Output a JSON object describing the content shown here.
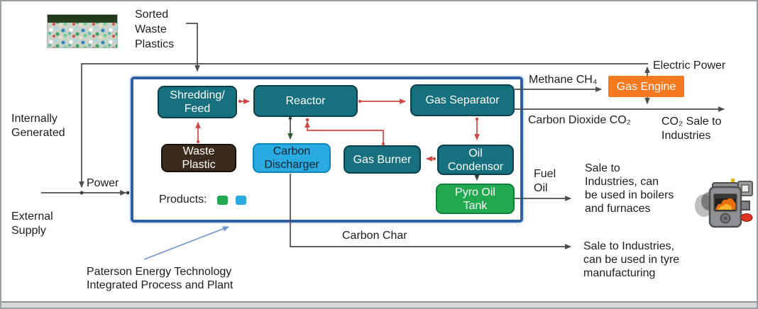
{
  "figure": {
    "caption": "Paterson Energy Technology\nIntegrated Process and Plant"
  },
  "labels": {
    "sorted_waste_plastics": "Sorted\nWaste\nPlastics",
    "internally_generated": "Internally\nGenerated",
    "power": "Power",
    "external_supply": "External\nSupply",
    "methane": "Methane CH₄",
    "electric_power": "Electric Power",
    "carbon_dioxide": "Carbon Dioxide CO₂",
    "co2_sale": "CO₂ Sale to\nIndustries",
    "fuel_oil": "Fuel\nOil",
    "sale_boilers": "Sale to\nIndustries, can\nbe used in boilers\nand furnaces",
    "carbon_char": "Carbon Char",
    "sale_tyre": "Sale to Industries,\ncan be used in tyre\nmanufacturing"
  },
  "process_boxes": {
    "shredding_feed": "Shredding/\nFeed",
    "reactor": "Reactor",
    "gas_separator": "Gas Separator",
    "waste_plastic": "Waste\nPlastic",
    "carbon_discharger": "Carbon\nDischarger",
    "gas_burner": "Gas Burner",
    "oil_condensor": "Oil\nCondensor",
    "pyro_oil_tank": "Pyro Oil\nTank",
    "gas_engine": "Gas Engine"
  },
  "legend": {
    "label": "Products:",
    "swatches": [
      {
        "name": "pyro-oil-product",
        "color": "#22A94F"
      },
      {
        "name": "carbon-char-product",
        "color": "#29ABE2"
      }
    ]
  },
  "colors": {
    "process_teal": "#17707D",
    "waste_plastic_brown": "#3B2B1D",
    "carbon_discharger_blue": "#29ABE2",
    "pyro_oil_green": "#22A94F",
    "gas_engine_orange": "#F4791F",
    "plant_border_blue": "#2D5FA8",
    "flow_arrow_red": "#D2453E",
    "utility_line_gray": "#4A4D4F"
  },
  "flows": [
    {
      "from": "Sorted Waste Plastics",
      "to": "Shredding/Feed"
    },
    {
      "from": "Waste Plastic",
      "to": "Shredding/Feed"
    },
    {
      "from": "Shredding/Feed",
      "to": "Reactor"
    },
    {
      "from": "Reactor",
      "to": "Gas Separator"
    },
    {
      "from": "Reactor",
      "to": "Carbon Discharger"
    },
    {
      "from": "Gas Burner",
      "to": "Reactor"
    },
    {
      "from": "Gas Separator",
      "to": "Gas Engine",
      "label": "Methane CH₄"
    },
    {
      "from": "Gas Separator",
      "to": "CO₂ Sale to Industries",
      "label": "Carbon Dioxide CO₂"
    },
    {
      "from": "Gas Separator",
      "to": "Oil Condensor"
    },
    {
      "from": "Oil Condensor",
      "to": "Gas Burner"
    },
    {
      "from": "Oil Condensor",
      "to": "Pyro Oil Tank"
    },
    {
      "from": "Pyro Oil Tank",
      "to": "Sale to Industries, can be used in boilers and furnaces",
      "label": "Fuel Oil"
    },
    {
      "from": "Carbon Discharger",
      "to": "Sale to Industries, can be used in tyre manufacturing",
      "label": "Carbon Char"
    },
    {
      "from": "Gas Engine",
      "to": "Electric Power"
    },
    {
      "from": "Gas Engine",
      "to": "Carbon Dioxide CO₂ line"
    },
    {
      "from": "Electric Power",
      "to": "Power (Internally Generated)"
    },
    {
      "from": "External Supply",
      "to": "Power"
    }
  ]
}
